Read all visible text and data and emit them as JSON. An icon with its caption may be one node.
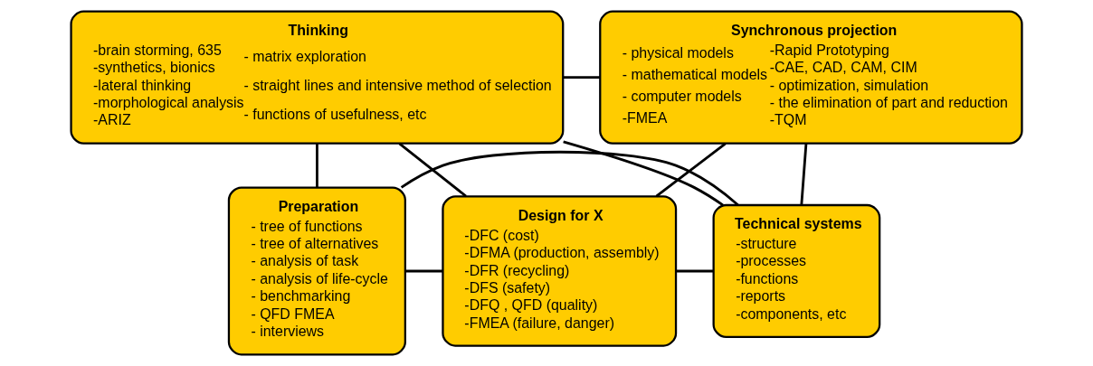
{
  "diagram": {
    "nodes": [
      {
        "text": [
          "Thinking",
          "-brain storming, 635",
          "-synthetics, bionics",
          "-lateral thinking",
          "-morphological analysis",
          "-ARIZ",
          "- matrix exploration",
          "- straight lines and intensive method of selection",
          "- functions of usefulness, etc"
        ]
      },
      {
        "text": [
          "Synchronous projection",
          "- physical models",
          "- mathematical models",
          "- computer models",
          "-FMEA",
          "-Rapid Prototyping",
          "-CAE, CAD, CAM, CIM",
          "- optimization, simulation",
          "- the elimination of part and reduction",
          "-TQM"
        ]
      },
      {
        "text": [
          "Preparation",
          "- tree of functions",
          "- tree of alternatives",
          "- analysis of task",
          "- analysis of life-cycle",
          "- benchmarking",
          "- QFD FMEA",
          "- interviews"
        ]
      },
      {
        "text": [
          "Design for X",
          "-DFC (cost)",
          "-DFMA (production, assembly)",
          "-DFR (recycling)",
          "-DFS (safety)",
          "-DFQ , QFD (quality)",
          "-FMEA (failure, danger)"
        ]
      },
      {
        "text": [
          "Technical systems",
          "-structure",
          "-processes",
          "-functions",
          "-reports",
          "-components, etc"
        ]
      }
    ],
    "edges": [
      {
        "from": 0,
        "to": 2,
        "arrow": "none"
      },
      {
        "from": 0,
        "to": 3,
        "arrow": "none"
      },
      {
        "from": 0,
        "to": 1,
        "arrow": "none"
      },
      {
        "from": 0,
        "to": 4,
        "arrow": "none"
      },
      {
        "from": 1,
        "to": 3,
        "arrow": "none"
      },
      {
        "from": 1,
        "to": 4,
        "arrow": "none"
      },
      {
        "from": 2,
        "to": 3,
        "arrow": "none"
      },
      {
        "from": 3,
        "to": 4,
        "arrow": "none"
      },
      {
        "from": 2,
        "to": 4,
        "arrow": "none"
      }
    ]
  }
}
